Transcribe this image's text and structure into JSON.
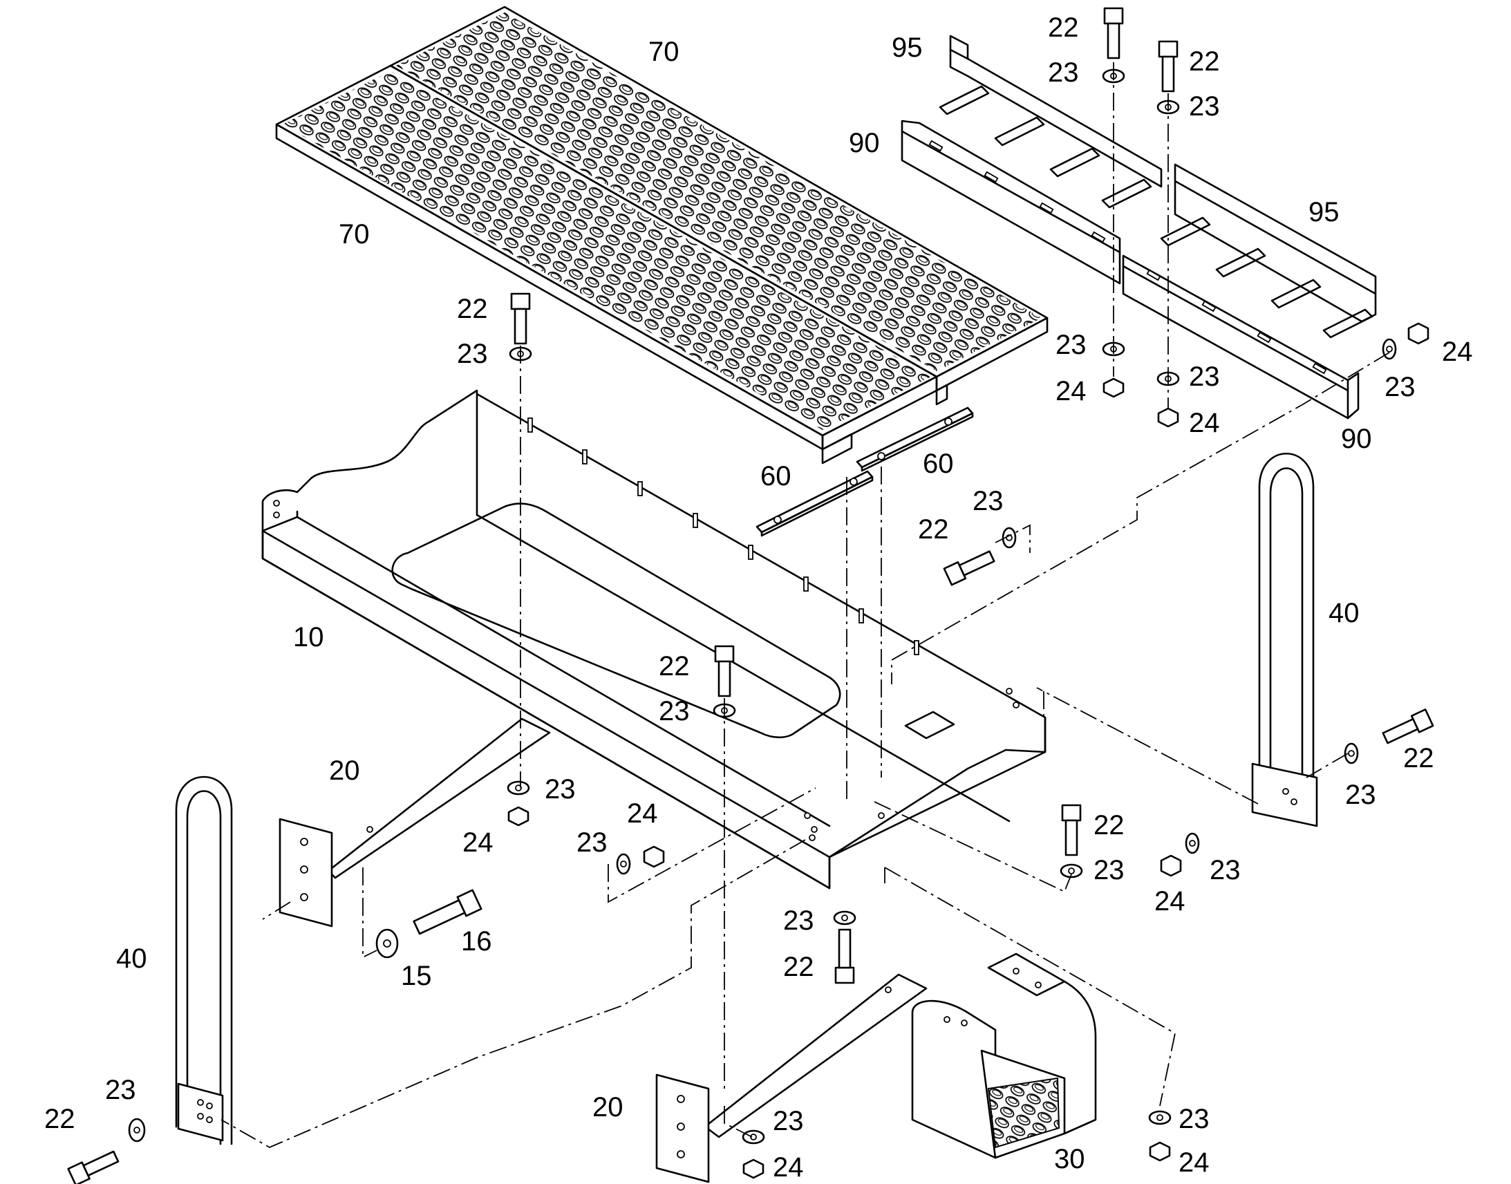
{
  "callouts": [
    {
      "id": "c-70-top",
      "text": "70"
    },
    {
      "id": "c-70-left",
      "text": "70"
    },
    {
      "id": "c-95-top",
      "text": "95"
    },
    {
      "id": "c-95-right",
      "text": "95"
    },
    {
      "id": "c-90-top",
      "text": "90"
    },
    {
      "id": "c-90-right",
      "text": "90"
    },
    {
      "id": "c-22-a",
      "text": "22"
    },
    {
      "id": "c-23-a",
      "text": "23"
    },
    {
      "id": "c-22-b",
      "text": "22"
    },
    {
      "id": "c-23-b",
      "text": "23"
    },
    {
      "id": "c-23-c",
      "text": "23"
    },
    {
      "id": "c-24-c",
      "text": "24"
    },
    {
      "id": "c-23-d",
      "text": "23"
    },
    {
      "id": "c-24-d",
      "text": "24"
    },
    {
      "id": "c-24-e",
      "text": "24"
    },
    {
      "id": "c-23-e",
      "text": "23"
    },
    {
      "id": "c-22-f",
      "text": "22"
    },
    {
      "id": "c-23-f",
      "text": "23"
    },
    {
      "id": "c-60-left",
      "text": "60"
    },
    {
      "id": "c-60-right",
      "text": "60"
    },
    {
      "id": "c-22-g",
      "text": "22"
    },
    {
      "id": "c-23-g",
      "text": "23"
    },
    {
      "id": "c-10",
      "text": "10"
    },
    {
      "id": "c-40-right",
      "text": "40"
    },
    {
      "id": "c-22-h",
      "text": "22"
    },
    {
      "id": "c-23-h",
      "text": "23"
    },
    {
      "id": "c-22-i",
      "text": "22"
    },
    {
      "id": "c-23-i",
      "text": "23"
    },
    {
      "id": "c-20-upper",
      "text": "20"
    },
    {
      "id": "c-23-j",
      "text": "23"
    },
    {
      "id": "c-24-j",
      "text": "24"
    },
    {
      "id": "c-24-k",
      "text": "24"
    },
    {
      "id": "c-23-k",
      "text": "23"
    },
    {
      "id": "c-22-l",
      "text": "22"
    },
    {
      "id": "c-23-l",
      "text": "23"
    },
    {
      "id": "c-24-m",
      "text": "24"
    },
    {
      "id": "c-23-m",
      "text": "23"
    },
    {
      "id": "c-23-n",
      "text": "23"
    },
    {
      "id": "c-22-n",
      "text": "22"
    },
    {
      "id": "c-16",
      "text": "16"
    },
    {
      "id": "c-15",
      "text": "15"
    },
    {
      "id": "c-40-left",
      "text": "40"
    },
    {
      "id": "c-23-o",
      "text": "23"
    },
    {
      "id": "c-22-o",
      "text": "22"
    },
    {
      "id": "c-20-lower",
      "text": "20"
    },
    {
      "id": "c-23-p",
      "text": "23"
    },
    {
      "id": "c-24-p",
      "text": "24"
    },
    {
      "id": "c-30",
      "text": "30"
    },
    {
      "id": "c-23-q",
      "text": "23"
    },
    {
      "id": "c-24-q",
      "text": "24"
    }
  ]
}
